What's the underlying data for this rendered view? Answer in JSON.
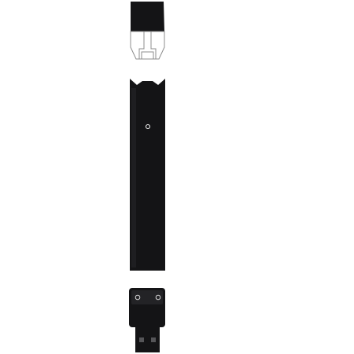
{
  "illustration": {
    "subject": "device-exploded-view",
    "parts": [
      "pod",
      "battery-body",
      "usb-charger"
    ],
    "colors": {
      "background": "#ffffff",
      "body": "#141416",
      "outline": "#8c8c8c",
      "led": "#ffffff",
      "contact_pad": "#555558"
    },
    "icons": [
      "pod-icon",
      "device-body-icon",
      "usb-charger-icon"
    ]
  }
}
